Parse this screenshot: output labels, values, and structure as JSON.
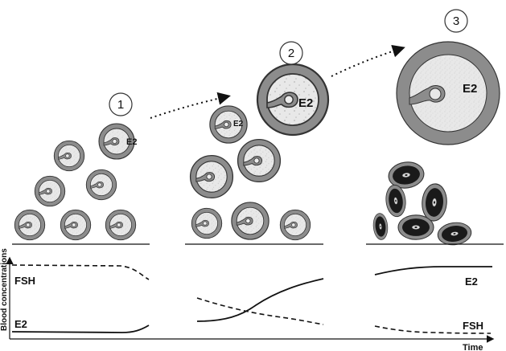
{
  "stages": [
    {
      "number": "1",
      "follicle_label": "E2",
      "curves": [
        {
          "label": "FSH",
          "style": "dashed"
        },
        {
          "label": "E2",
          "style": "solid"
        }
      ]
    },
    {
      "number": "2",
      "follicle_label": "E2"
    },
    {
      "number": "3",
      "follicle_label": "E2",
      "curves": [
        {
          "label": "E2",
          "style": "solid"
        },
        {
          "label": "FSH",
          "style": "dashed"
        }
      ]
    }
  ],
  "secondary_follicle_label": "E2",
  "y_axis_label": "Blood concentrations",
  "x_axis_label": "Time",
  "colors": {
    "follicle_wall": "#8c8c8c",
    "antrum": "#e6e6e6",
    "corpus_luteum": "#1a1a1a",
    "line": "#111111"
  }
}
